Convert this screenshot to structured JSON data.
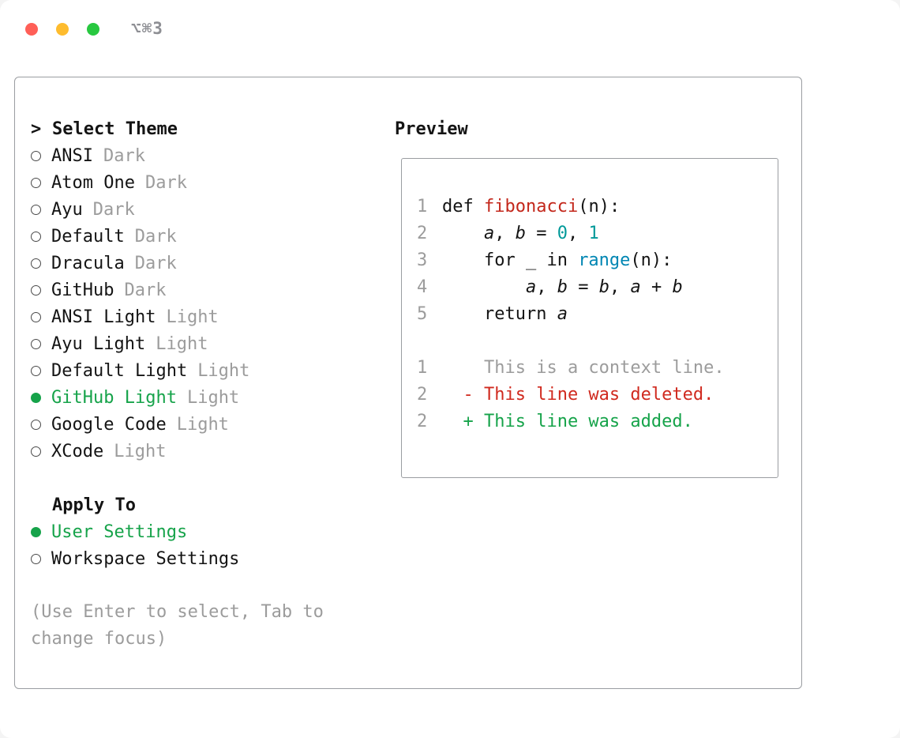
{
  "window": {
    "shortcut": "⌥⌘3",
    "traffic_lights": [
      "close",
      "minimize",
      "zoom"
    ]
  },
  "colors": {
    "accent_green": "#16a34a",
    "deleted_red": "#d02a1f",
    "function_red": "#c3271b",
    "number_teal": "#009999",
    "builtin_blue": "#0086b3",
    "muted_gray": "#9c9c9c",
    "text_black": "#141414"
  },
  "theme_selector": {
    "title_prefix": ">",
    "title": "Select Theme",
    "items": [
      {
        "name": "ANSI",
        "variant": "Dark",
        "selected": false
      },
      {
        "name": "Atom One",
        "variant": "Dark",
        "selected": false
      },
      {
        "name": "Ayu",
        "variant": "Dark",
        "selected": false
      },
      {
        "name": "Default",
        "variant": "Dark",
        "selected": false
      },
      {
        "name": "Dracula",
        "variant": "Dark",
        "selected": false
      },
      {
        "name": "GitHub",
        "variant": "Dark",
        "selected": false
      },
      {
        "name": "ANSI Light",
        "variant": "Light",
        "selected": false
      },
      {
        "name": "Ayu Light",
        "variant": "Light",
        "selected": false
      },
      {
        "name": "Default Light",
        "variant": "Light",
        "selected": false
      },
      {
        "name": "GitHub Light",
        "variant": "Light",
        "selected": true
      },
      {
        "name": "Google Code",
        "variant": "Light",
        "selected": false
      },
      {
        "name": "XCode",
        "variant": "Light",
        "selected": false
      }
    ]
  },
  "apply_to": {
    "title": "Apply To",
    "options": [
      {
        "label": "User Settings",
        "selected": true
      },
      {
        "label": "Workspace Settings",
        "selected": false
      }
    ]
  },
  "hint": "(Use Enter to select, Tab to change focus)",
  "preview": {
    "title": "Preview",
    "code_lines": [
      {
        "num": "1",
        "tokens": [
          {
            "t": "def ",
            "c": "plain"
          },
          {
            "t": "fibonacci",
            "c": "func"
          },
          {
            "t": "(n):",
            "c": "plain"
          }
        ]
      },
      {
        "num": "2",
        "tokens": [
          {
            "t": "    ",
            "c": "plain"
          },
          {
            "t": "a",
            "c": "var"
          },
          {
            "t": ", ",
            "c": "plain"
          },
          {
            "t": "b",
            "c": "var"
          },
          {
            "t": " = ",
            "c": "plain"
          },
          {
            "t": "0",
            "c": "num"
          },
          {
            "t": ", ",
            "c": "plain"
          },
          {
            "t": "1",
            "c": "num"
          }
        ]
      },
      {
        "num": "3",
        "tokens": [
          {
            "t": "    for _ in ",
            "c": "plain"
          },
          {
            "t": "range",
            "c": "builtin"
          },
          {
            "t": "(n):",
            "c": "plain"
          }
        ]
      },
      {
        "num": "4",
        "tokens": [
          {
            "t": "        ",
            "c": "plain"
          },
          {
            "t": "a",
            "c": "var"
          },
          {
            "t": ", ",
            "c": "plain"
          },
          {
            "t": "b",
            "c": "var"
          },
          {
            "t": " = ",
            "c": "plain"
          },
          {
            "t": "b",
            "c": "var"
          },
          {
            "t": ", ",
            "c": "plain"
          },
          {
            "t": "a",
            "c": "var"
          },
          {
            "t": " + ",
            "c": "plain"
          },
          {
            "t": "b",
            "c": "var"
          }
        ]
      },
      {
        "num": "5",
        "tokens": [
          {
            "t": "    return ",
            "c": "plain"
          },
          {
            "t": "a",
            "c": "var"
          }
        ]
      }
    ],
    "diff_lines": [
      {
        "num": "1",
        "kind": "context",
        "text": "    This is a context line."
      },
      {
        "num": "2",
        "kind": "deleted",
        "text": "  - This line was deleted."
      },
      {
        "num": "2",
        "kind": "added",
        "text": "  + This line was added."
      }
    ]
  }
}
